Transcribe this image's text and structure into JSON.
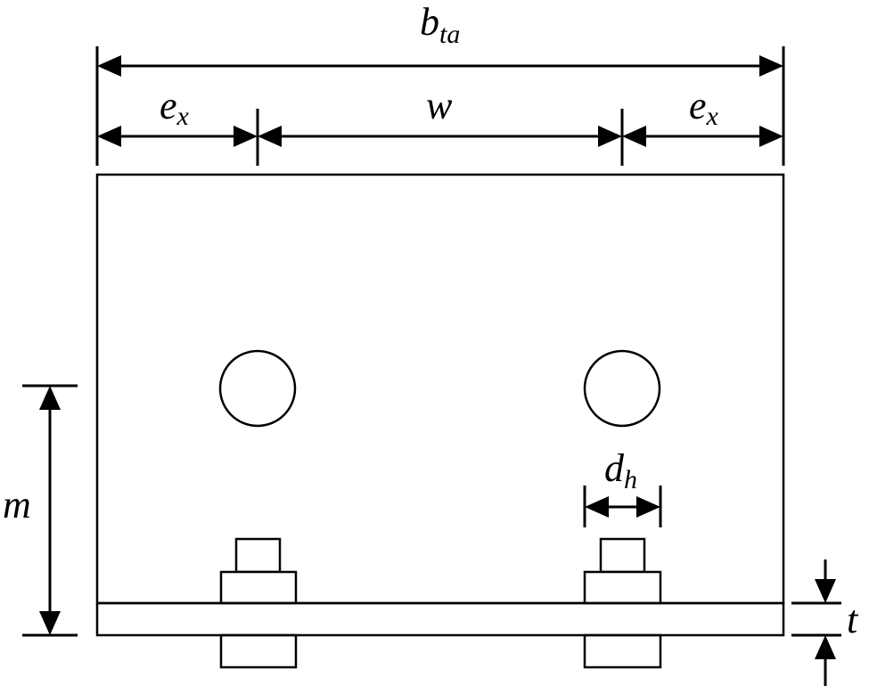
{
  "labels": {
    "b_ta": {
      "main": "b",
      "sub": "ta"
    },
    "e_x_left": {
      "main": "e",
      "sub": "x"
    },
    "w": {
      "main": "w"
    },
    "e_x_right": {
      "main": "e",
      "sub": "x"
    },
    "m": {
      "main": "m"
    },
    "d_h": {
      "main": "d",
      "sub": "h"
    },
    "t": {
      "main": "t"
    }
  }
}
